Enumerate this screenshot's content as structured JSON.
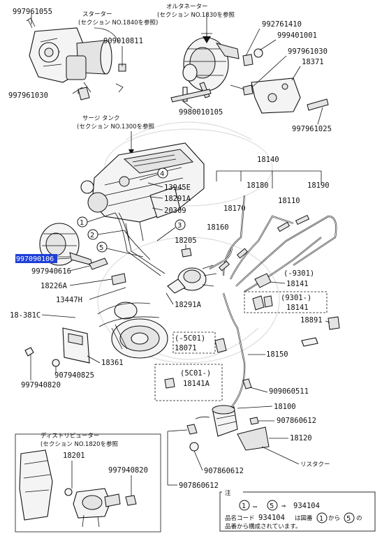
{
  "labels": {
    "p997961055": "997961055",
    "starter": "スターター",
    "starter_ref": "(セクション NO.1840を参照)",
    "alternator": "オルタネーター",
    "alternator_ref": "(セクション NO.1830を参照",
    "p909010811": "909010811",
    "p997961030_a": "997961030",
    "p992761410": "992761410",
    "p999401001": "999401001",
    "p997961030_b": "997961030",
    "p18371": "18371",
    "p998001010": "9980010105",
    "p997961025": "997961025",
    "surge_tank": "サージ タンク",
    "surge_tank_ref": "(セクション NO.1300を参照",
    "p18140": "18140",
    "p18180": "18180",
    "p18190": "18190",
    "p13945E": "13945E",
    "p18291A_a": "18291A",
    "p20309": "20309",
    "p18170": "18170",
    "p18110": "18110",
    "p18160": "18160",
    "p18205": "18205",
    "p997090106": "997090106",
    "p997940616": "997940616",
    "p18226A": "18226A",
    "p13447H": "13447H",
    "p18291A_b": "18291A",
    "p9301_pre": "(-9301)",
    "p18141_a": "18141",
    "p9301_post": "(9301-)",
    "p18141_b": "18141",
    "p18381C": "18-381C",
    "p18891": "18891",
    "p5C01_pre": "(-5C01)",
    "p18071": "18071",
    "p18150": "18150",
    "p18361": "18361",
    "p997940820_a": "997940820",
    "p907940825": "907940825",
    "p5C01_post": "(5C01-)",
    "p18141A": "18141A",
    "p909060511": "909060511",
    "p18100": "18100",
    "p907860612_a": "907860612",
    "distributor": "ディストリビューター",
    "distributor_ref": "(セクション NO.1820を参照",
    "p18120": "18120",
    "p18201": "18201",
    "p997940820_b": "997940820",
    "p907860612_b": "907860612",
    "resistor": "リスタクー",
    "p907860612_c": "907860612",
    "note_head": "注",
    "note_range": "…",
    "note_arrow": "⇒",
    "note_code": "934104",
    "note_line2_a": "品名コード",
    "note_line2_b": "は図番",
    "note_line2_c": "から",
    "note_line2_d": "の",
    "note_line3": "品番から構成されています。",
    "c1": "1",
    "c2": "2",
    "c3": "3",
    "c4": "4",
    "c5": "5"
  },
  "highlight": {
    "part_number": "997090106",
    "color": "#1f3fd6"
  }
}
